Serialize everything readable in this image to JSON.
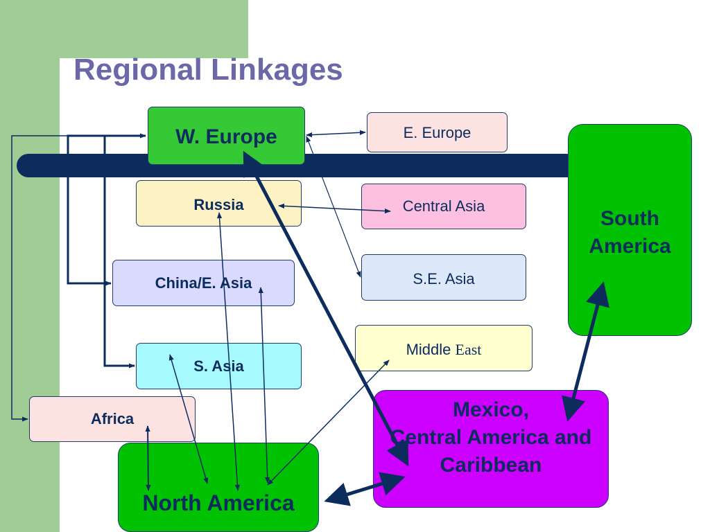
{
  "slide": {
    "title": "Regional Linkages"
  },
  "regions": {
    "w_europe": "W. Europe",
    "e_europe": "E. Europe",
    "russia": "Russia",
    "central_asia": "Central Asia",
    "china_e_asia": "China/E. Asia",
    "se_asia": "S.E. Asia",
    "middle_east_a": "Middle",
    "middle_east_b": "East",
    "s_asia": "S. Asia",
    "africa": "Africa",
    "south_america_line1": "South",
    "south_america_line2": "America",
    "mexico_line1": "Mexico,",
    "mexico_line2": "Central America and",
    "mexico_line3": "Caribbean",
    "north_america": "North America"
  },
  "links": [
    {
      "from": "W. Europe",
      "to": "E. Europe",
      "weight": "thin"
    },
    {
      "from": "W. Europe",
      "to": "S.E. Asia",
      "weight": "thin"
    },
    {
      "from": "Russia",
      "to": "Central Asia",
      "weight": "thin"
    },
    {
      "from": "Russia",
      "to": "North America",
      "weight": "thin"
    },
    {
      "from": "China/E. Asia",
      "to": "North America",
      "weight": "thin"
    },
    {
      "from": "S. Asia",
      "to": "North America",
      "weight": "thin"
    },
    {
      "from": "Middle East",
      "to": "North America",
      "weight": "thin"
    },
    {
      "from": "Africa",
      "to": "North America",
      "weight": "thin"
    },
    {
      "from": "W. Europe",
      "to": "Africa",
      "weight": "thin"
    },
    {
      "from": "W. Europe",
      "to": "China/E. Asia",
      "weight": "thick"
    },
    {
      "from": "W. Europe",
      "to": "S. Asia",
      "weight": "thick"
    },
    {
      "from": "W. Europe",
      "to": "Mexico, Central America and Caribbean",
      "weight": "thick"
    },
    {
      "from": "North America",
      "to": "Mexico, Central America and Caribbean",
      "weight": "thick"
    },
    {
      "from": "Mexico, Central America and Caribbean",
      "to": "South America",
      "weight": "thick"
    }
  ],
  "colors": {
    "background_accent": "#a0cc96",
    "title": "#6b67a8",
    "connector": "#0c2c5e",
    "band": "#0c2c5e"
  }
}
